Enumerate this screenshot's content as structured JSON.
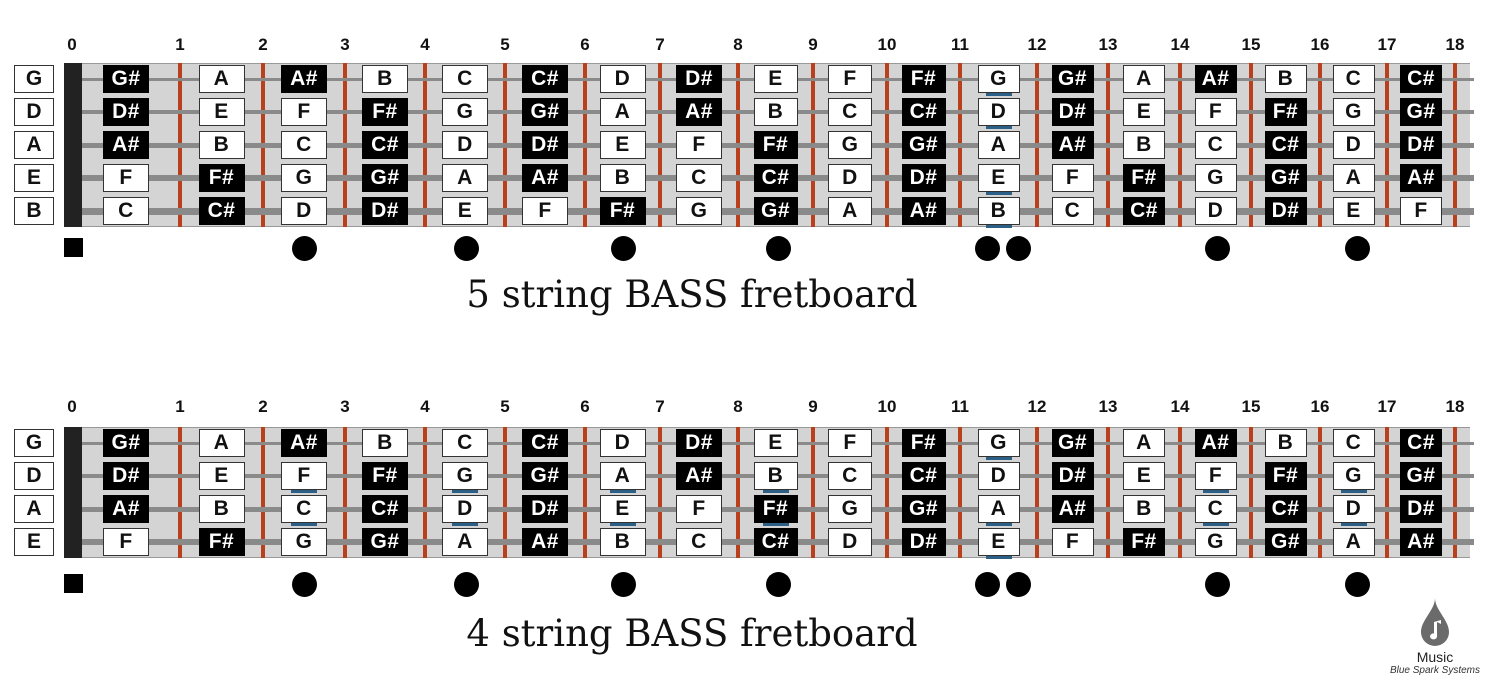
{
  "fret_numbers": [
    "0",
    "1",
    "2",
    "3",
    "4",
    "5",
    "6",
    "7",
    "8",
    "9",
    "10",
    "11",
    "12",
    "13",
    "14",
    "15",
    "16",
    "17",
    "18"
  ],
  "diagrams": [
    {
      "title": "5 string BASS fretboard",
      "strings": [
        {
          "open": "G",
          "notes": [
            "G#",
            "A",
            "A#",
            "B",
            "C",
            "C#",
            "D",
            "D#",
            "E",
            "F",
            "F#",
            "G",
            "G#",
            "A",
            "A#",
            "B",
            "C",
            "C#"
          ]
        },
        {
          "open": "D",
          "notes": [
            "D#",
            "E",
            "F",
            "F#",
            "G",
            "G#",
            "A",
            "A#",
            "B",
            "C",
            "C#",
            "D",
            "D#",
            "E",
            "F",
            "F#",
            "G",
            "G#"
          ]
        },
        {
          "open": "A",
          "notes": [
            "A#",
            "B",
            "C",
            "C#",
            "D",
            "D#",
            "E",
            "F",
            "F#",
            "G",
            "G#",
            "A",
            "A#",
            "B",
            "C",
            "C#",
            "D",
            "D#"
          ]
        },
        {
          "open": "E",
          "notes": [
            "F",
            "F#",
            "G",
            "G#",
            "A",
            "A#",
            "B",
            "C",
            "C#",
            "D",
            "D#",
            "E",
            "F",
            "F#",
            "G",
            "G#",
            "A",
            "A#"
          ]
        },
        {
          "open": "B",
          "notes": [
            "C",
            "C#",
            "D",
            "D#",
            "E",
            "F",
            "F#",
            "G",
            "G#",
            "A",
            "A#",
            "B",
            "C",
            "C#",
            "D",
            "D#",
            "E",
            "F"
          ]
        }
      ],
      "highlighted_notes": [
        [
          0,
          12
        ],
        [
          1,
          12
        ],
        [
          3,
          12
        ],
        [
          4,
          12
        ]
      ]
    },
    {
      "title": "4 string BASS fretboard",
      "strings": [
        {
          "open": "G",
          "notes": [
            "G#",
            "A",
            "A#",
            "B",
            "C",
            "C#",
            "D",
            "D#",
            "E",
            "F",
            "F#",
            "G",
            "G#",
            "A",
            "A#",
            "B",
            "C",
            "C#"
          ]
        },
        {
          "open": "D",
          "notes": [
            "D#",
            "E",
            "F",
            "F#",
            "G",
            "G#",
            "A",
            "A#",
            "B",
            "C",
            "C#",
            "D",
            "D#",
            "E",
            "F",
            "F#",
            "G",
            "G#"
          ]
        },
        {
          "open": "A",
          "notes": [
            "A#",
            "B",
            "C",
            "C#",
            "D",
            "D#",
            "E",
            "F",
            "F#",
            "G",
            "G#",
            "A",
            "A#",
            "B",
            "C",
            "C#",
            "D",
            "D#"
          ]
        },
        {
          "open": "E",
          "notes": [
            "F",
            "F#",
            "G",
            "G#",
            "A",
            "A#",
            "B",
            "C",
            "C#",
            "D",
            "D#",
            "E",
            "F",
            "F#",
            "G",
            "G#",
            "A",
            "A#"
          ]
        }
      ],
      "highlighted_notes": [
        [
          0,
          12
        ],
        [
          1,
          3
        ],
        [
          2,
          3
        ],
        [
          1,
          5
        ],
        [
          2,
          5
        ],
        [
          1,
          7
        ],
        [
          2,
          7
        ],
        [
          1,
          9
        ],
        [
          2,
          9
        ],
        [
          2,
          12
        ],
        [
          3,
          12
        ],
        [
          1,
          15
        ],
        [
          2,
          15
        ],
        [
          1,
          17
        ],
        [
          2,
          17
        ]
      ]
    }
  ],
  "position_markers": {
    "nut_marker": "square",
    "dot_frets": [
      3,
      5,
      7,
      9,
      15,
      17
    ],
    "double_dot_fret": 12
  },
  "logo": {
    "word": "Music",
    "subtitle": "Blue Spark Systems",
    "icon": "music-note-drop-icon"
  },
  "colors": {
    "fretboard": "#d4d4d4",
    "fret_wire": "#b8401c",
    "string": "#8a8a8a",
    "natural_note_bg": "#ffffff",
    "sharp_note_bg": "#000000",
    "highlight": "#2b5f86"
  }
}
